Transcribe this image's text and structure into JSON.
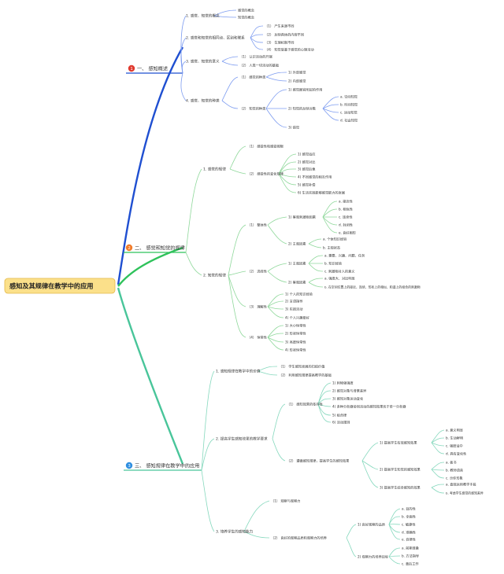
{
  "colors": {
    "blue": "#1f4fd1",
    "red": "#e03a2f",
    "green": "#2fc25b",
    "teal": "#49c59a",
    "line_blue": "#7d9cf0",
    "line_green": "#8fd89b",
    "line_teal": "#85d8bd"
  },
  "root": "感知及其规律在教学中的应用",
  "branches": [
    {
      "num": "1",
      "label": "一、 感知概述"
    },
    {
      "num": "2",
      "label": "二、 感觉和知觉的规律"
    },
    {
      "num": "3",
      "label": "三、 感知规律在教学中的应用"
    }
  ],
  "nodes": {
    "a1": "1. 感觉、知觉的概念",
    "a1a": "感觉的概念",
    "a1b": "知觉的概念",
    "a2": "2. 感觉和知觉的相同点、区别和联系",
    "a2a": "（1） 产生来源不同",
    "a2b": "（2） 反映具体的内容不同",
    "a2c": "（3） 生理机制不同",
    "a2d": "（4） 知觉受基于感觉的心理活动",
    "a3": "3. 感觉、知觉的意义",
    "a3a": "（1） 认识活动的开端",
    "a3b": "（2） 人类一切活动的基础",
    "a4": "4. 感觉、知觉的种类",
    "a4a": "（1） 感觉的种类",
    "a4a1": "1) 外部感觉",
    "a4a2": "2) 内部感觉",
    "a4b": "（2） 知觉的种类",
    "a4b1": "1) 感觉器官所起的作用",
    "a4b2": "2) 知觉的反映对象",
    "a4b2a": "a. 空间知觉",
    "a4b2b": "b. 时间知觉",
    "a4b2c": "c. 运动知觉",
    "a4b2d": "d. 社会知觉",
    "a4b3": "3) 错觉",
    "b1": "1. 感觉的规律",
    "b1a": "（1） 感受性和感受阈限",
    "b1b": "（2） 感受性的变化规律",
    "b1b1": "1) 感觉适应",
    "b1b2": "2) 感觉对比",
    "b1b3": "3) 感觉后像",
    "b1b4": "4) 不同感觉的相互作用",
    "b1b5": "5) 感觉补偿",
    "b1b6": "6) 生活实践能够感觉能力的发展",
    "b2": "2. 知觉的规律",
    "b2a": "（1） 整体性",
    "b2a1": "1) 客观刺激物因素",
    "b2a1a": "a. 接近性",
    "b2a1b": "b. 相似性",
    "b2a1c": "c. 连续性",
    "b2a1d": "d. 封闭性",
    "b2a1e": "e. 良好图形",
    "b2a2": "2) 主观因素",
    "b2a2a": "a. 个体知识经验",
    "b2a2b": "b. 主观状态",
    "b2b": "（2） 选择性",
    "b2b1": "1) 主观因素",
    "b2b1a": "a. 需要、兴趣、问题、任务",
    "b2b1b": "b. 知识经验",
    "b2b1c": "c. 刺激物对人的意义",
    "b2b2": "2) 客观因素",
    "b2b2a": "a. 强度大、对比明显",
    "b2b2b": "b. 在空间位置上的接近、连续、形状上的相似、和谐上的组合的刺激物",
    "b2c": "（3） 理解性",
    "b2c1": "1) 个人的知识经验",
    "b2c2": "2) 言语指导",
    "b2c3": "3) 实践活动",
    "b2c4": "4) 个人兴趣爱好",
    "b2d": "（4） 恒常性",
    "b2d1": "1) 大小恒常性",
    "b2d2": "2) 形状恒常性",
    "b2d3": "3) 亮度恒常性",
    "b2d4": "4) 形状恒常性",
    "c1": "1. 感知规律在教学中的价值",
    "c1a": "（1） 学生感知发展的归结价值",
    "c1b": "（2） 利用感知规律提高教学的基础",
    "c2": "2. 提高学生感知效果的教学要求",
    "c2a": "（1） 感知效果的依存性",
    "c2a1": "1) 刺物强强度",
    "c2a2": "2) 感觉对象与背景差异",
    "c2a3": "3) 感知对象运动变化",
    "c2a4": "4) 多种分析器协同活动的感知效果优于单一分析器",
    "c2a5": "5) 组合律",
    "c2a6": "6) 活动规则",
    "c2b": "（2） 遵循感知规律，提高学生的感知效果",
    "c2b1": "1) 提高学生有效感知效果",
    "c2b1a": "a. 意义明显",
    "c2b1b": "b. 生动鲜明",
    "c2b1c": "c. 强度适中",
    "c2b1d": "d. 具有变化性",
    "c2b2": "2) 提高学生知觉的感知效果",
    "c2b2a": "a. 板书",
    "c2b2b": "b. 教师语音",
    "c2b2c": "c. 示你形象",
    "c2b3": "3) 提高学生综合感知的效果",
    "c2b3a": "a. 直观运用教学手段",
    "c2b3b": "b. 考虑学生感觉的感知差异",
    "c3": "3. 培养学生的感知能力",
    "c3a": "（1） 观察与观察力",
    "c3b": "（2） 良好的观察品质和观察力的培养",
    "c3b1": "1) 良好观察的品质",
    "c3b1a": "a. 目的性",
    "c3b1b": "b. 全面性",
    "c3b1c": "c. 敏捷性",
    "c3b1d": "d. 准确性",
    "c3b1e": "e. 自律性",
    "c3b2": "2) 观察力的培养目标",
    "c3b2a": "a. 前期准备",
    "c3b2b": "b. 方法指导",
    "c3b2c": "c. 善后工作"
  }
}
